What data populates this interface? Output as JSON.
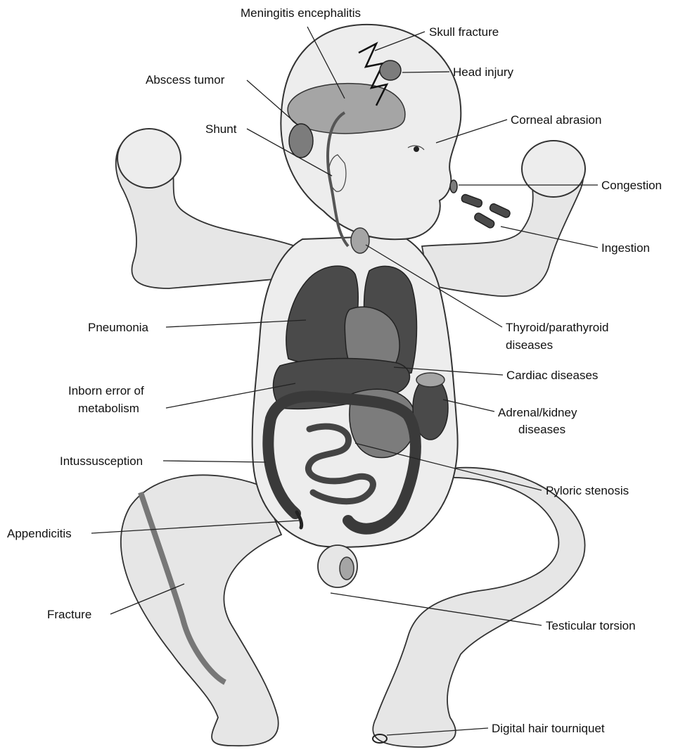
{
  "labels": {
    "meningitis": "Meningitis encephalitis",
    "skull_fracture": "Skull fracture",
    "head_injury": "Head injury",
    "abscess_tumor": "Abscess tumor",
    "corneal_abrasion": "Corneal abrasion",
    "shunt": "Shunt",
    "congestion": "Congestion",
    "ingestion": "Ingestion",
    "pneumonia": "Pneumonia",
    "thyroid_1": "Thyroid/parathyroid",
    "thyroid_2": "diseases",
    "cardiac": "Cardiac diseases",
    "inborn_1": "Inborn error of",
    "inborn_2": "metabolism",
    "adrenal_1": "Adrenal/kidney",
    "adrenal_2": "diseases",
    "intussusception": "Intussusception",
    "pyloric": "Pyloric stenosis",
    "appendicitis": "Appendicitis",
    "fracture": "Fracture",
    "testicular": "Testicular torsion",
    "digital": "Digital hair tourniquet"
  }
}
